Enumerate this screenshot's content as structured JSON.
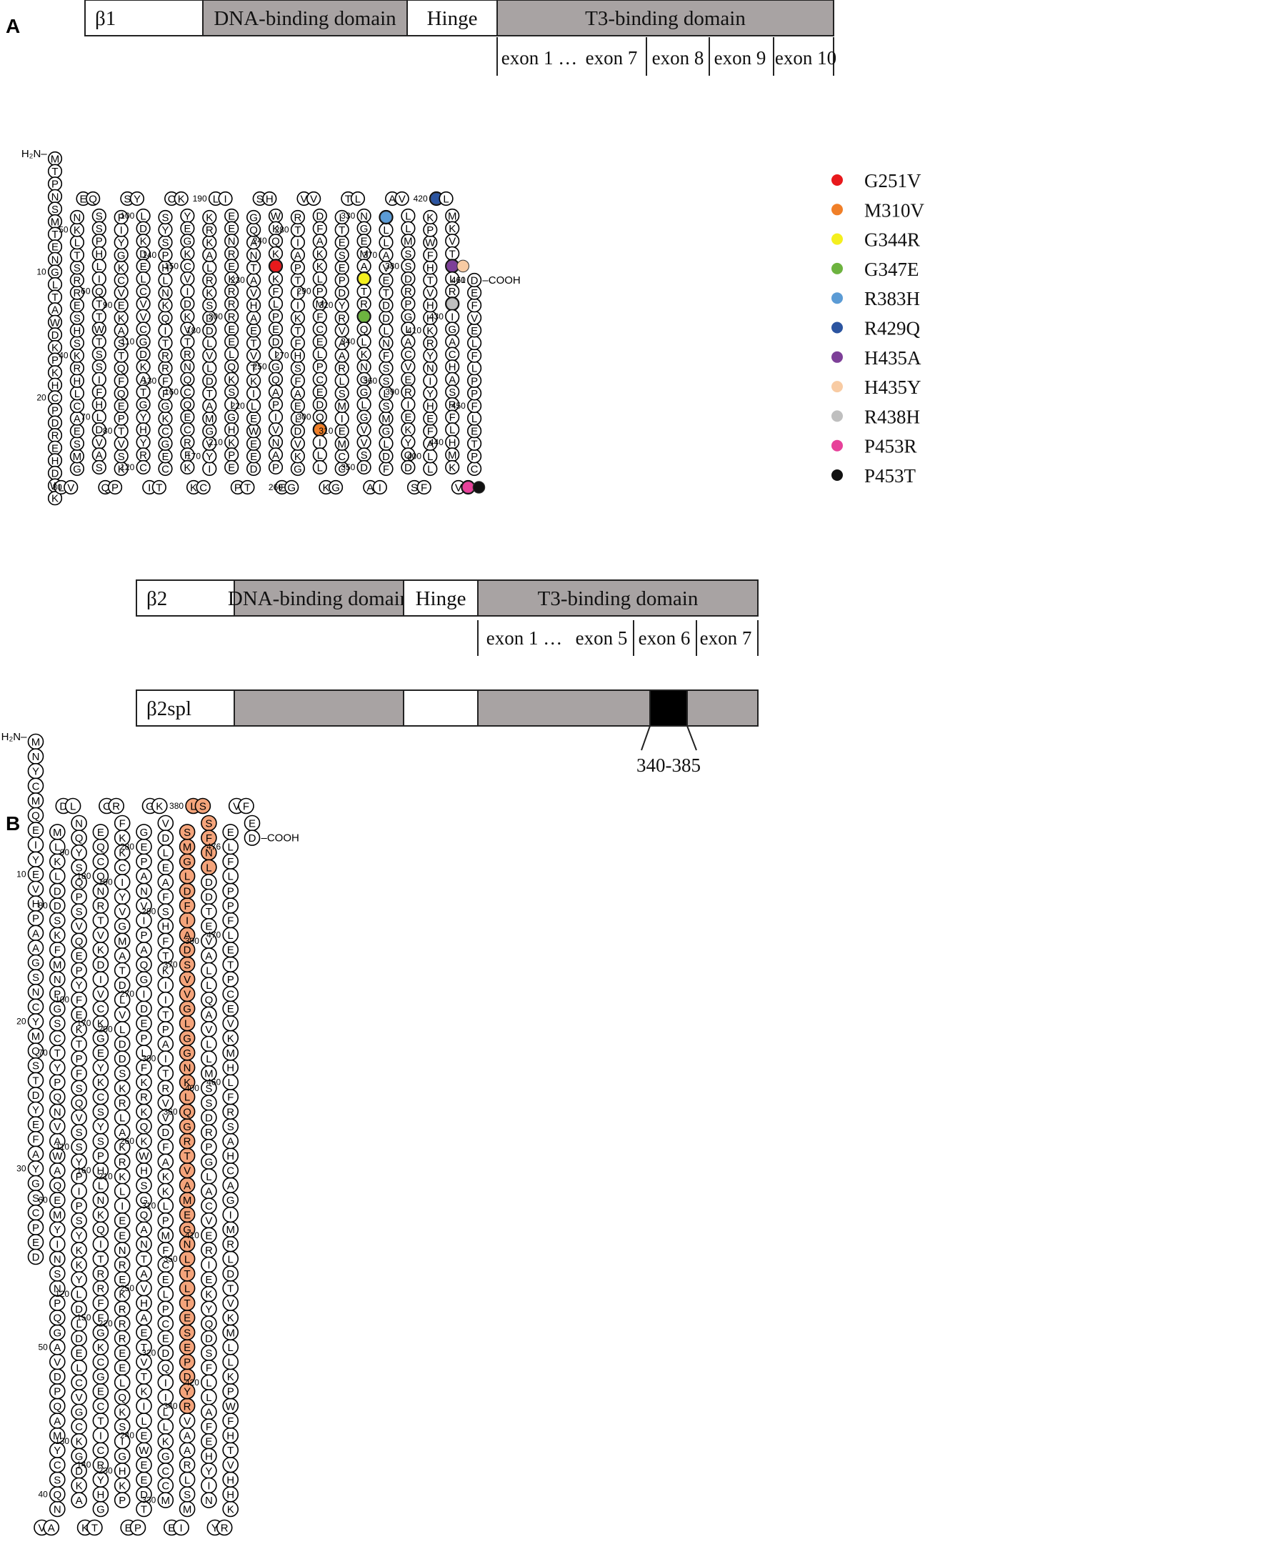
{
  "panel_a": {
    "label": "A",
    "domain_bar": [
      {
        "name": "β1",
        "fill": "#ffffff",
        "align": "left"
      },
      {
        "name": "DNA-binding domain",
        "fill": "#a8a3a3",
        "align": "center"
      },
      {
        "name": "Hinge",
        "fill": "#ffffff",
        "align": "center"
      },
      {
        "name": "T3-binding domain",
        "fill": "#a8a3a3",
        "align": "center"
      }
    ],
    "exons": [
      "exon 1 …",
      "exon 7",
      "exon 8",
      "exon 9",
      "exon 10"
    ],
    "n_terminus": "H₂N–",
    "c_terminus": "–COOH",
    "sequence": "MTPNSMTENGLTAWDKPKHCPDREHDWKLVGMSEACLHRKSHSERRSTLKNEQSSPHLIQTTWTSSIFHLDVASQPKSVTPEQFQTSAKEVCKGYIPSYLDKDELCVVCGDKATGYHYRCITCEGCKGFFRRTIQKNLHPSYSCKYEGKCVIDKVTRNQCQECRFKKCIYVGMATDLVLDDSKRLAKRKLIEENREKRRREELQKSIGHKPEPTDEEWELIKTVTEAHVATNAQGSHWKQKRKFLPEDIGQAPIVNAPEGGKVDLEAFSHFTKIITPAITRVVDFAKKLPMFCELPCEDQIILLKGCCMEIMSLRAAVRYDPESETLTLNGEMAVTRGQLKNGGLGVVSDAIFDLGMSLSSFNLDDTEVALLQAVLLMSSDRPGLACVERIEKYQDSFLLAFEHYINYRKHHVTHFWPKLLMKVTDLRMIGACHASRFLHMKVECPTELFPPLFLEVFED",
    "numbers": [
      10,
      20,
      30,
      40,
      50,
      60,
      70,
      80,
      90,
      100,
      110,
      120,
      130,
      140,
      150,
      160,
      170,
      180,
      190,
      200,
      210,
      220,
      230,
      240,
      250,
      260,
      270,
      280,
      290,
      300,
      310,
      320,
      330,
      340,
      350,
      360,
      370,
      380,
      390,
      400,
      410,
      420,
      430,
      440,
      450,
      460,
      461
    ],
    "mutations": [
      {
        "name": "G251V",
        "pos": 241,
        "color": "#e8191c"
      },
      {
        "name": "M310V",
        "pos": 300,
        "color": "#f07f28"
      },
      {
        "name": "G344R",
        "pos": 334,
        "color": "#f4ef1e"
      },
      {
        "name": "G347E",
        "pos": 337,
        "color": "#6db33f"
      },
      {
        "name": "R383H",
        "pos": 372,
        "color": "#5b9bd5"
      },
      {
        "name": "R429Q",
        "pos": 419,
        "color": "#2b54a0"
      },
      {
        "name": "H435A",
        "pos": 425,
        "color": "#7d3f98"
      },
      {
        "name": "H435Y",
        "pos": 425,
        "color": "#f8cba3"
      },
      {
        "name": "R438H",
        "pos": 428,
        "color": "#bfbfbf"
      },
      {
        "name": "P453R",
        "pos": 443,
        "color": "#e7419a"
      },
      {
        "name": "P453T",
        "pos": 443,
        "color": "#111111"
      }
    ]
  },
  "panel_b": {
    "label": "B",
    "domain_bar": [
      {
        "name": "β2",
        "fill": "#ffffff",
        "align": "left"
      },
      {
        "name": "DNA-binding domain",
        "fill": "#a8a3a3",
        "align": "center"
      },
      {
        "name": "Hinge",
        "fill": "#ffffff",
        "align": "center"
      },
      {
        "name": "T3-binding domain",
        "fill": "#a8a3a3",
        "align": "center"
      }
    ],
    "exons": [
      "exon 1 …",
      "exon 5",
      "exon 6",
      "exon 7"
    ],
    "splice_bar": {
      "name": "β2spl",
      "segments": [
        {
          "fill": "#ffffff"
        },
        {
          "fill": "#a8a3a3"
        },
        {
          "fill": "#ffffff"
        },
        {
          "fill": "#a8a3a3"
        },
        {
          "fill": "#000000"
        },
        {
          "fill": "#a8a3a3"
        }
      ],
      "range_label": "340-385"
    },
    "n_terminus": "H₂N–",
    "c_terminus": "–COOH",
    "sequence": "MNYCMQEIYEVHPAAGSNCYMQSTDYEFAYGSCPEDVANQSCYMAQPDVAGQPNSNIYMEQAWAVNQPYTCSGPNMFKSDDLKLMDLNQYSQPSVQEPYFEKTPFSQVSSYPIPSYKKYLDLDELCVGCKGDKAKTGHYRCITCEGCKGFFRRTIQKNLHPSYSCKYEGKCVIDKVTRNQCQECRFKKCIYVGMATDLVLDDSKRLAKRKLIEENREKRRREELQKSIGHKPEPTDEEWELIKTVTEAHVATNAQGSHWKQKRKFLPEDIGQAPIVNAPEGGKVDLEAFSHFTKIITPAITRVVDFAKKLPMFCELPCEDQIILLKGCCMEIMSLRAAVRYDPESETLTLNGEMAVTRGQLKNGGLGVVSDAIFDLGMSLSSFNLDDTEVALLQAVLLMSSDRPGLACVERIEKYQDSFLLAFEHYINYRKHHVTHFWPKLLMKVTDLRMIGACHASRFLHMKVECPTELFPPLFLEVFED",
    "numbers": [
      10,
      20,
      30,
      40,
      50,
      60,
      70,
      80,
      90,
      100,
      110,
      120,
      130,
      140,
      150,
      160,
      170,
      180,
      190,
      200,
      210,
      220,
      230,
      240,
      250,
      260,
      270,
      280,
      290,
      300,
      310,
      320,
      330,
      340,
      350,
      360,
      370,
      380,
      390,
      400,
      410,
      420,
      460,
      470,
      476
    ],
    "highlight_color": "#f4a47b",
    "highlight_ranges": [
      [
        340,
        385
      ]
    ]
  }
}
